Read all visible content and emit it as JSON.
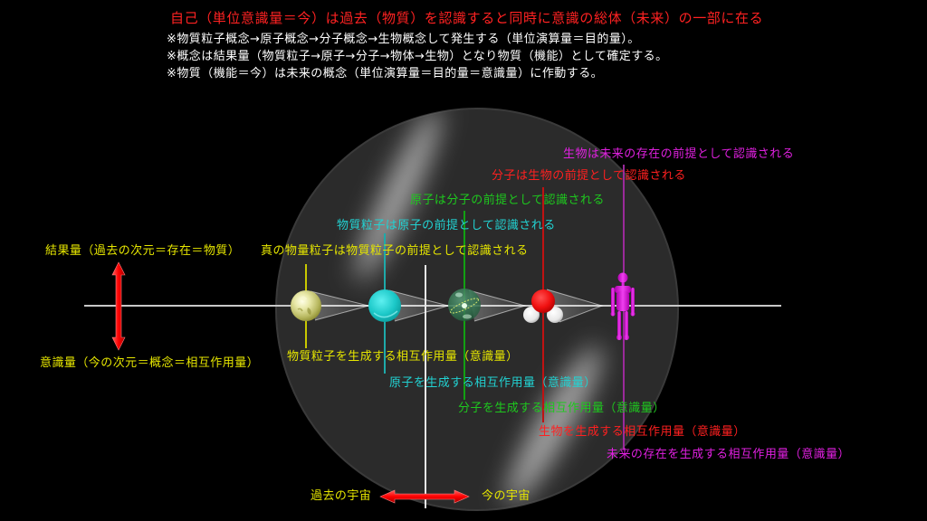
{
  "title": "自己（単位意識量＝今）は過去（物質）を認識すると同時に意識の総体（未来）の一部に在る",
  "notes": [
    "※物質粒子概念→原子概念→分子概念→生物概念して発生する（単位演算量＝目的量）。",
    "※概念は結果量（物質粒子→原子→分子→物体→生物）となり物質（機能）として確定する。",
    "※物質（機能＝今）は未来の概念（単位演算量＝目的量＝意識量）に作動する。"
  ],
  "axis_labels": {
    "result": "結果量（過去の次元＝存在＝物質）",
    "consciousness": "意識量（今の次元＝概念＝相互作用量）"
  },
  "stages": [
    {
      "object": "true-quantum-particle",
      "color": "#e6e600",
      "upper": "真の物量粒子は物質粒子の前提として認識される",
      "lower": "物質粒子を生成する相互作用量（意識量）"
    },
    {
      "object": "matter-particle",
      "color": "#22d2d2",
      "upper": "物質粒子は原子の前提として認識される",
      "lower": "原子を生成する相互作用量（意識量）"
    },
    {
      "object": "atom",
      "color": "#1ec81e",
      "upper": "原子は分子の前提として認識される",
      "lower": "分子を生成する相互作用量（意識量）"
    },
    {
      "object": "molecule",
      "color": "#ff2020",
      "upper": "分子は生物の前提として認識される",
      "lower": "生物を生成する相互作用量（意識量）"
    },
    {
      "object": "living-being",
      "color": "#e020e0",
      "upper": "生物は未来の存在の前提として認識される",
      "lower": "未来の存在を生成する相互作用量（意識量）"
    }
  ],
  "timeline": {
    "past": "過去の宇宙",
    "present": "今の宇宙"
  },
  "colors": {
    "title": "#ff2222",
    "notes": "#ffffff",
    "background": "#000000",
    "sphere_disc": "#2b2b2b",
    "arrow": "#ff0000"
  }
}
